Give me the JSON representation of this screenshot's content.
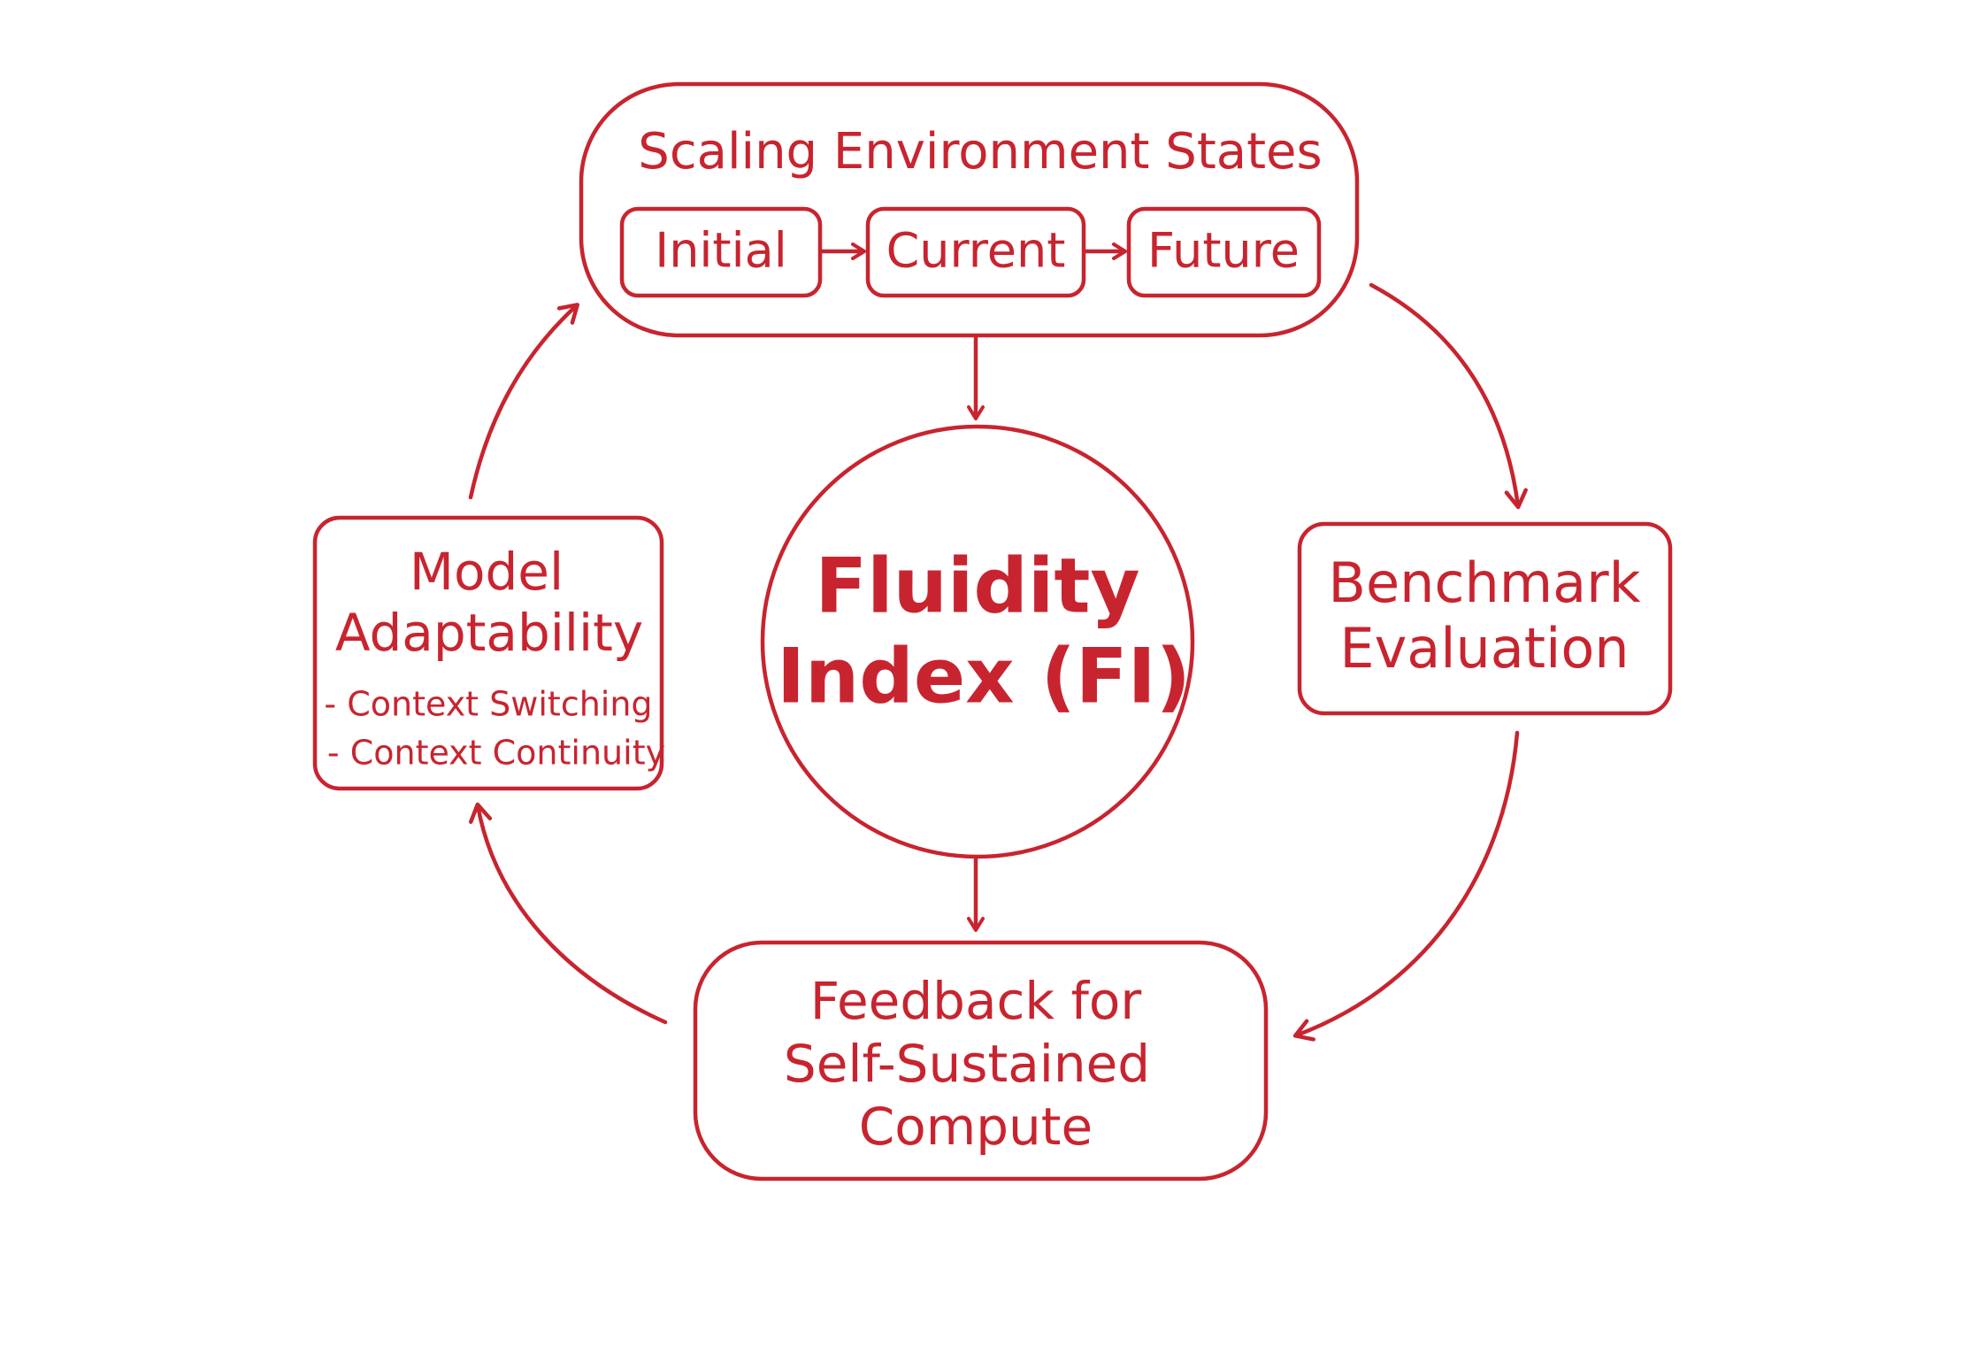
{
  "colors": {
    "accent": "#c8242f",
    "background": "#ffffff"
  },
  "nodes": {
    "scaling": {
      "title": "Scaling Environment States",
      "states": [
        "Initial",
        "Current",
        "Future"
      ]
    },
    "fluidity": {
      "lines": [
        "Fluidity",
        "Index (FI)"
      ]
    },
    "benchmark": {
      "lines": [
        "Benchmark",
        "Evaluation"
      ]
    },
    "feedback": {
      "lines": [
        "Feedback for",
        "Self-Sustained",
        "Compute"
      ]
    },
    "adaptability": {
      "lines": [
        "Model",
        "Adaptability"
      ],
      "items": [
        "- Context Switching",
        "- Context Continuity"
      ]
    }
  }
}
